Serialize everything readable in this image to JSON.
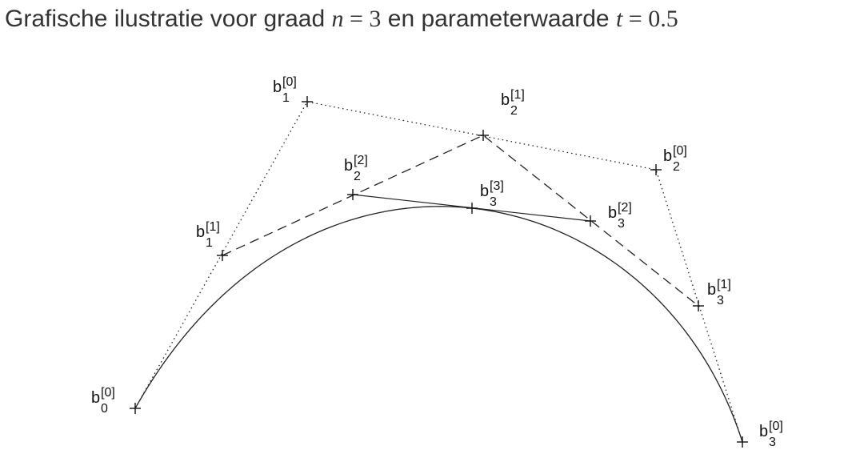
{
  "title": {
    "prefix": "Grafische ilustratie voor graad ",
    "n_var": "n",
    "n_eq": " = 3",
    "middle": " en parameterwaarde ",
    "t_var": "t",
    "t_eq": " = 0.5"
  },
  "points": [
    {
      "id": "b00",
      "base": "b",
      "sub": "0",
      "sup": "[0]"
    },
    {
      "id": "b10",
      "base": "b",
      "sub": "1",
      "sup": "[0]"
    },
    {
      "id": "b20",
      "base": "b",
      "sub": "2",
      "sup": "[0]"
    },
    {
      "id": "b30",
      "base": "b",
      "sub": "3",
      "sup": "[0]"
    },
    {
      "id": "b11",
      "base": "b",
      "sub": "1",
      "sup": "[1]"
    },
    {
      "id": "b21",
      "base": "b",
      "sub": "2",
      "sup": "[1]"
    },
    {
      "id": "b31",
      "base": "b",
      "sub": "3",
      "sup": "[1]"
    },
    {
      "id": "b22",
      "base": "b",
      "sub": "2",
      "sup": "[2]"
    },
    {
      "id": "b32",
      "base": "b",
      "sub": "3",
      "sup": "[2]"
    },
    {
      "id": "b33",
      "base": "b",
      "sub": "3",
      "sup": "[3]"
    }
  ]
}
